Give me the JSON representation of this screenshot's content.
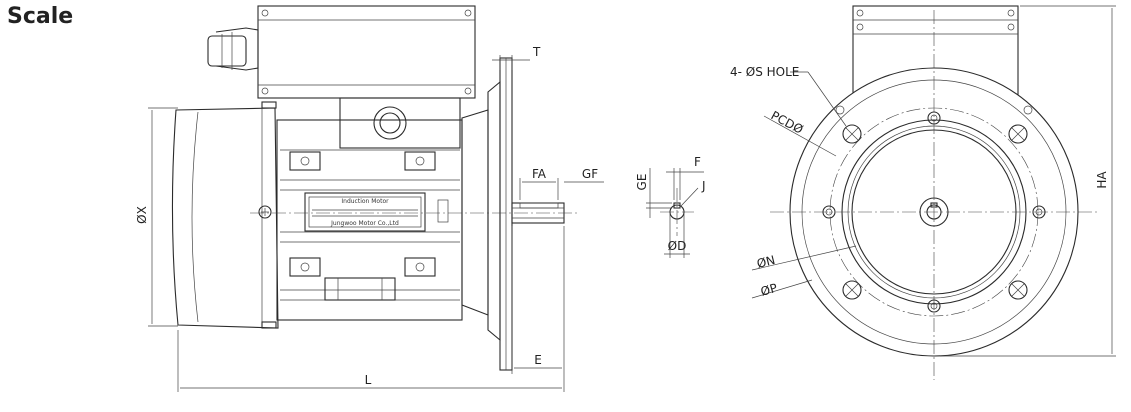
{
  "title": "Scale",
  "nameplate": {
    "line1": "Induction Motor",
    "line2": "Jungwoo Motor Co.,Ltd"
  },
  "dims": {
    "T": "T",
    "FA": "FA",
    "GF": "GF",
    "E": "E",
    "L": "L",
    "X": "ØX",
    "GE": "GE",
    "F": "F",
    "J": "J",
    "D": "ØD",
    "hole": "4- ØS HOLE",
    "PCD": "PCDØ",
    "N": "ØN",
    "P": "ØP",
    "HA": "HA"
  }
}
